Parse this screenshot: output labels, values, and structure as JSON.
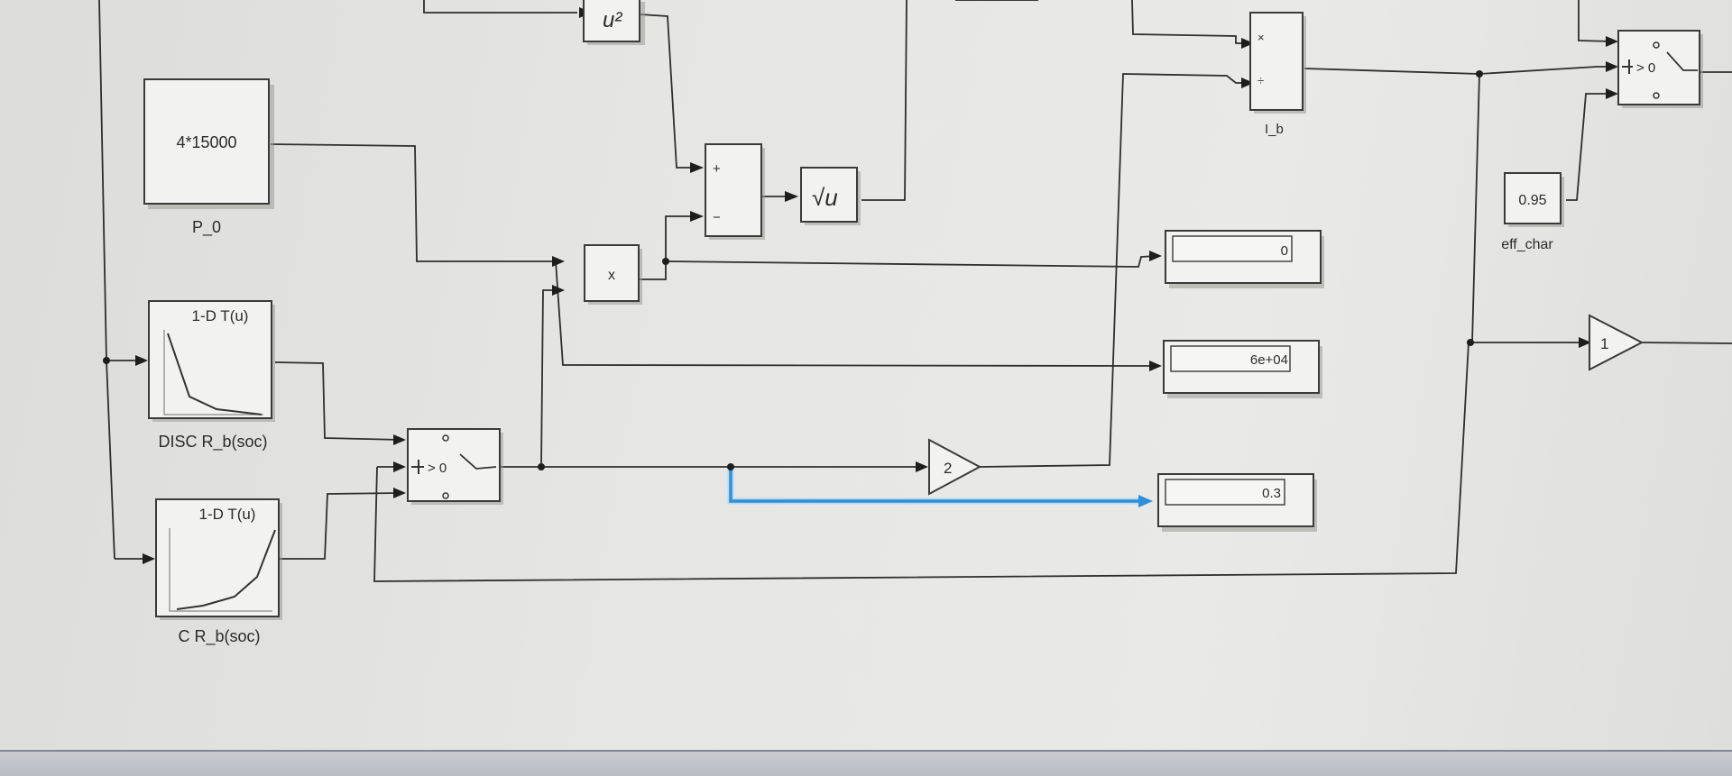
{
  "blocks": {
    "square": {
      "label": "u²"
    },
    "product_ib": {
      "in1_sign": "×",
      "in2_sign": "÷",
      "name": "I_b"
    },
    "const_p0": {
      "value": "4*15000",
      "name": "P_0"
    },
    "sum": {
      "in1_sign": "+",
      "in2_sign": "−"
    },
    "sqrt": {
      "label": "√u"
    },
    "const_eff": {
      "value": "0.95",
      "name": "eff_char"
    },
    "product_main": {
      "label": "x"
    },
    "lookup_disc": {
      "title": "1-D T(u)",
      "name": "DISC R_b(soc)"
    },
    "lookup_c": {
      "title": "1-D T(u)",
      "name": "C R_b(soc)"
    },
    "switch_main": {
      "criteria": "> 0"
    },
    "switch_top": {
      "criteria": "> 0"
    },
    "gain_2": {
      "value": "2"
    },
    "gain_1": {
      "value": "1"
    },
    "display_1": {
      "value": "0"
    },
    "display_2": {
      "value": "6e+04"
    },
    "display_3": {
      "value": "0.3"
    }
  },
  "colors": {
    "selected_wire": "#2f8fd8",
    "block_fill": "#f2f2f0",
    "canvas": "#e6e6e4"
  }
}
